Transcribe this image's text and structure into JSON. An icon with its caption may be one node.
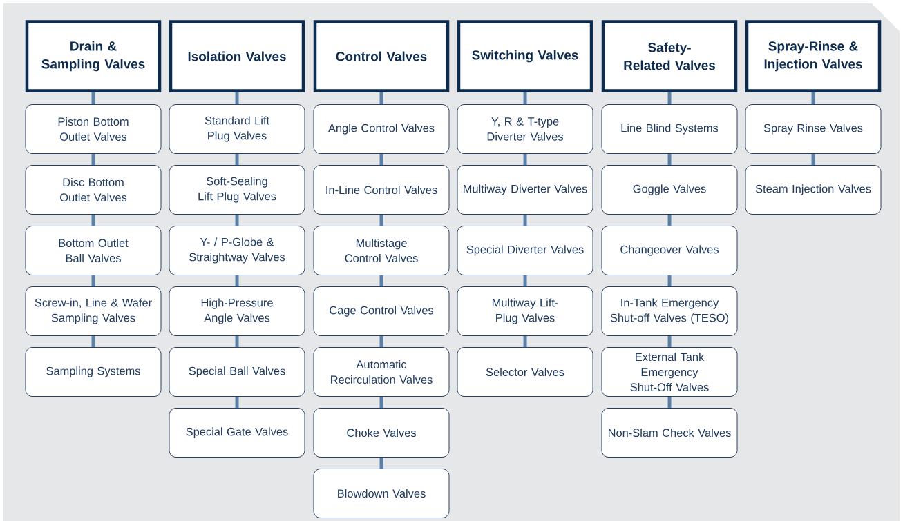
{
  "diagram": {
    "nodes": [
      {
        "text": [
          "Drain & Sampling Valves"
        ]
      },
      {
        "text": [
          "Piston Bottom Outlet Valves"
        ]
      },
      {
        "text": [
          "Disc Bottom Outlet Valves"
        ]
      },
      {
        "text": [
          "Bottom Outlet Ball Valves"
        ]
      },
      {
        "text": [
          "Screw-in, Line & Wafer Sampling Valves"
        ]
      },
      {
        "text": [
          "Sampling Systems"
        ]
      },
      {
        "text": [
          "Isolation Valves"
        ]
      },
      {
        "text": [
          "Standard Lift Plug Valves"
        ]
      },
      {
        "text": [
          "Soft-Sealing Lift Plug Valves"
        ]
      },
      {
        "text": [
          "Y- / P-Globe & Straightway Valves"
        ]
      },
      {
        "text": [
          "High-Pressure Angle Valves"
        ]
      },
      {
        "text": [
          "Special Ball Valves"
        ]
      },
      {
        "text": [
          "Special Gate Valves"
        ]
      },
      {
        "text": [
          "Control Valves"
        ]
      },
      {
        "text": [
          "Angle Control Valves"
        ]
      },
      {
        "text": [
          "In-Line Control Valves"
        ]
      },
      {
        "text": [
          "Multistage Control Valves"
        ]
      },
      {
        "text": [
          "Cage Control Valves"
        ]
      },
      {
        "text": [
          "Automatic Recirculation Valves"
        ]
      },
      {
        "text": [
          "Choke Valves"
        ]
      },
      {
        "text": [
          "Blowdown Valves"
        ]
      },
      {
        "text": [
          "Switching Valves"
        ]
      },
      {
        "text": [
          "Y, R & T-type Diverter Valves"
        ]
      },
      {
        "text": [
          "Multiway Diverter Valves"
        ]
      },
      {
        "text": [
          "Special Diverter Valves"
        ]
      },
      {
        "text": [
          "Multiway Lift-Plug Valves"
        ]
      },
      {
        "text": [
          "Selector Valves"
        ]
      },
      {
        "text": [
          "Safety-Related Valves"
        ]
      },
      {
        "text": [
          "Line Blind Systems"
        ]
      },
      {
        "text": [
          "Goggle Valves"
        ]
      },
      {
        "text": [
          "Changeover Valves"
        ]
      },
      {
        "text": [
          "In-Tank Emergency Shut-off Valves (TESO)"
        ]
      },
      {
        "text": [
          "External Tank Emergency Shut-Off Valves"
        ]
      },
      {
        "text": [
          "Non-Slam Check Valves"
        ]
      },
      {
        "text": [
          "Spray-Rinse & Injection Valves"
        ]
      },
      {
        "text": [
          "Spray Rinse Valves"
        ]
      },
      {
        "text": [
          "Steam Injection Valves"
        ]
      }
    ],
    "edges": [
      {
        "from": 0,
        "to": 1,
        "arrow": "none"
      },
      {
        "from": 1,
        "to": 2,
        "arrow": "none"
      },
      {
        "from": 2,
        "to": 3,
        "arrow": "none"
      },
      {
        "from": 3,
        "to": 4,
        "arrow": "none"
      },
      {
        "from": 4,
        "to": 5,
        "arrow": "none"
      },
      {
        "from": 6,
        "to": 7,
        "arrow": "none"
      },
      {
        "from": 7,
        "to": 8,
        "arrow": "none"
      },
      {
        "from": 8,
        "to": 9,
        "arrow": "none"
      },
      {
        "from": 9,
        "to": 10,
        "arrow": "none"
      },
      {
        "from": 10,
        "to": 11,
        "arrow": "none"
      },
      {
        "from": 11,
        "to": 12,
        "arrow": "none"
      },
      {
        "from": 13,
        "to": 14,
        "arrow": "none"
      },
      {
        "from": 14,
        "to": 15,
        "arrow": "none"
      },
      {
        "from": 15,
        "to": 16,
        "arrow": "none"
      },
      {
        "from": 16,
        "to": 17,
        "arrow": "none"
      },
      {
        "from": 17,
        "to": 18,
        "arrow": "none"
      },
      {
        "from": 18,
        "to": 19,
        "arrow": "none"
      },
      {
        "from": 19,
        "to": 20,
        "arrow": "none"
      },
      {
        "from": 21,
        "to": 22,
        "arrow": "none"
      },
      {
        "from": 22,
        "to": 23,
        "arrow": "none"
      },
      {
        "from": 23,
        "to": 24,
        "arrow": "none"
      },
      {
        "from": 24,
        "to": 25,
        "arrow": "none"
      },
      {
        "from": 25,
        "to": 26,
        "arrow": "none"
      },
      {
        "from": 27,
        "to": 28,
        "arrow": "none"
      },
      {
        "from": 28,
        "to": 29,
        "arrow": "none"
      },
      {
        "from": 29,
        "to": 30,
        "arrow": "none"
      },
      {
        "from": 30,
        "to": 31,
        "arrow": "none"
      },
      {
        "from": 31,
        "to": 32,
        "arrow": "none"
      },
      {
        "from": 32,
        "to": 33,
        "arrow": "none"
      },
      {
        "from": 34,
        "to": 35,
        "arrow": "none"
      },
      {
        "from": 35,
        "to": 36,
        "arrow": "none"
      }
    ]
  }
}
